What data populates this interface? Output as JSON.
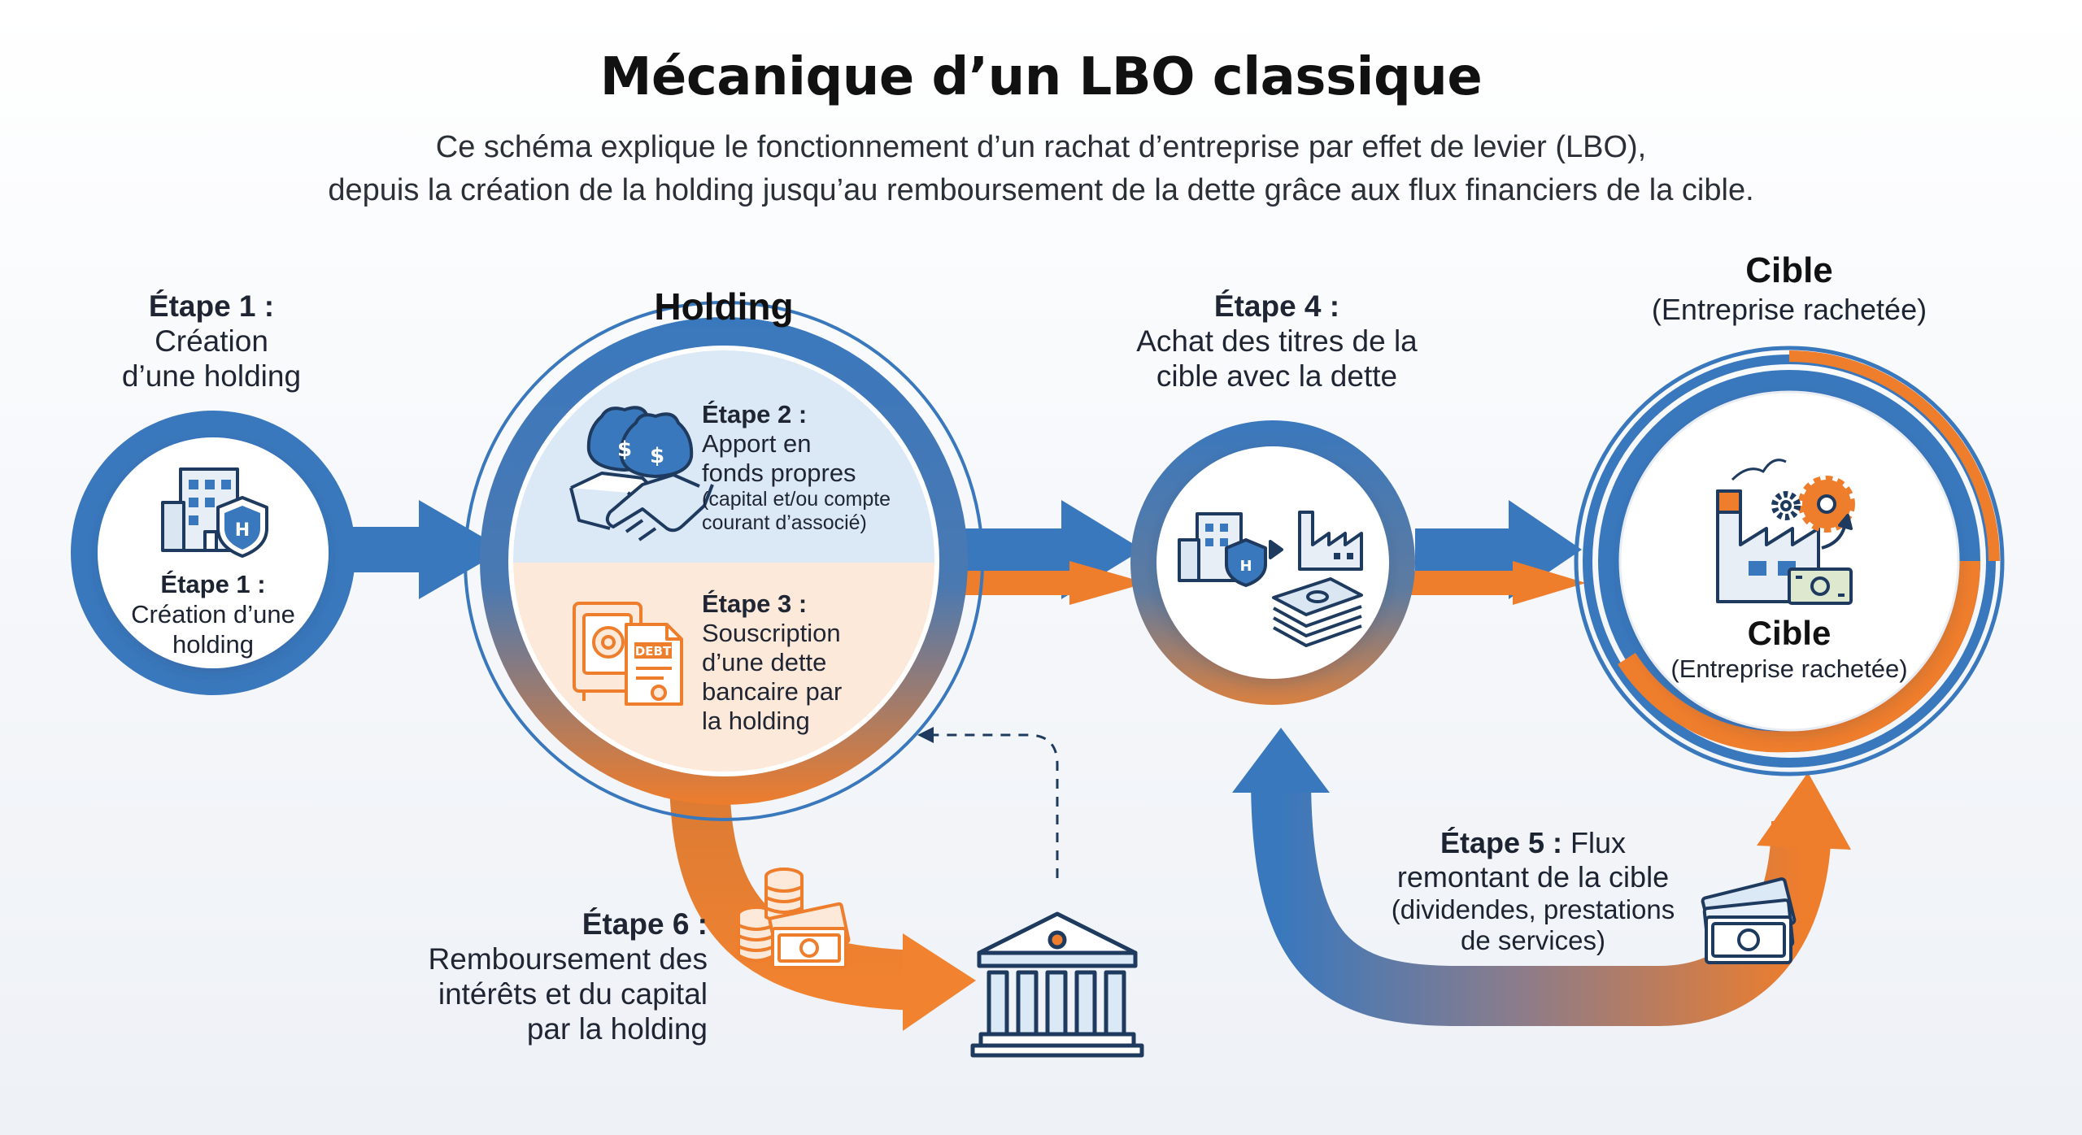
{
  "title": "Mécanique d’un LBO classique",
  "subtitle": {
    "line1": "Ce schéma explique le fonctionnement d’un rachat d’entreprise par effet de levier (LBO),",
    "line2": "depuis la création de la holding jusqu’au remboursement de la dette grâce aux flux financiers de la cible."
  },
  "colors": {
    "blue": "#3a78bd",
    "orange": "#ee7d2c",
    "navy": "#1e3a5f",
    "light_blue": "#dbe8f6",
    "light_orange": "#fde9da"
  },
  "step1": {
    "top_heading": "Étape 1 :",
    "top_line1": "Création",
    "top_line2": "d’une holding",
    "inner_heading": "Étape 1 :",
    "inner_line1": "Création d’une",
    "inner_line2": "holding",
    "icon": "building-shield-icon"
  },
  "holding": {
    "label": "Holding",
    "step2": {
      "heading": "Étape 2 :",
      "line1": "Apport en",
      "line2": "fonds propres",
      "note1": "(capital et/ou compte",
      "note2": "courant d’associé)",
      "icon": "handshake-money-bags-icon"
    },
    "step3": {
      "heading": "Étape 3 :",
      "line1": "Souscription",
      "line2": "d’une dette",
      "line3": "bancaire par",
      "line4": "la holding",
      "icon": "safe-debt-document-icon",
      "debt_tag": "DEBT"
    }
  },
  "step4": {
    "heading": "Étape 4 :",
    "line1": "Achat des titres de la",
    "line2": "cible avec la dette",
    "icon": "holding-to-factory-icon"
  },
  "target": {
    "top_title": "Cible",
    "top_sub": "(Entreprise rachetée)",
    "inner_title": "Cible",
    "inner_sub": "(Entreprise rachetée)",
    "icon": "factory-gears-cash-icon"
  },
  "step5": {
    "heading": "Étape 5 :",
    "line1_rest": " Flux",
    "line2": "remontant de la cible",
    "line3": "(dividendes, prestations",
    "line4": "de services)",
    "icon": "cash-stack-icon"
  },
  "step6": {
    "heading": "Étape 6 :",
    "line1": "Remboursement des",
    "line2": "intérêts et du capital",
    "line3": "par la holding",
    "icon": "coins-cash-icon",
    "bank_icon": "bank-icon"
  }
}
